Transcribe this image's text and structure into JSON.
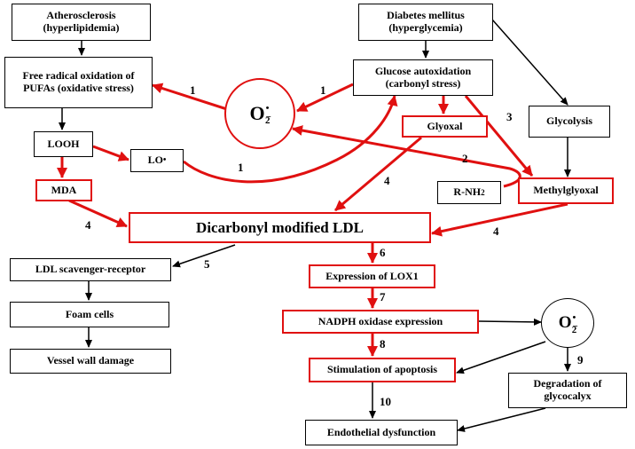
{
  "nodes": {
    "atherosclerosis": {
      "line1": "Atherosclerosis",
      "line2": "(hyperlipidemia)"
    },
    "diabetes": {
      "line1": "Diabetes mellitus",
      "line2": "(hyperglycemia)"
    },
    "free_radical": {
      "line1": "Free radical oxidation of",
      "line2": "PUFAs (oxidative stress)"
    },
    "glucose_autox": {
      "line1": "Glucose autoxidation",
      "line2": "(carbonyl stress)"
    },
    "looh": "LOOH",
    "lo_radical": "LO",
    "glyoxal": "Glyoxal",
    "glycolysis": "Glycolysis",
    "mda": "MDA",
    "r_nh2": "R-NH",
    "r_nh2_sub": "2",
    "methylglyoxal": "Methylglyoxal",
    "dicarbonyl_ldl": "Dicarbonyl modified LDL",
    "ldl_scavenger": "LDL scavenger-receptor",
    "foam_cells": "Foam  cells",
    "vessel_wall": "Vessel wall damage",
    "lox1": "Expression of LOX1",
    "nadph": "NADPH oxidase expression",
    "apoptosis": "Stimulation  of apoptosis",
    "glycocalyx": {
      "line1": "Degradation of",
      "line2": "glycocalyx"
    },
    "endothelial": "Endothelial  dysfunction",
    "o2_symbol": "O",
    "o2_sub": "2",
    "o2_dot": "•",
    "o2_minus": "−"
  },
  "labels": {
    "l1a": "1",
    "l1b": "1",
    "l1c": "1",
    "l2": "2",
    "l3": "3",
    "l4a": "4",
    "l4b": "4",
    "l4c": "4",
    "l5": "5",
    "l6": "6",
    "l7": "7",
    "l8": "8",
    "l9": "9",
    "l10": "10"
  },
  "colors": {
    "red": "#e01010",
    "black": "#000000"
  }
}
